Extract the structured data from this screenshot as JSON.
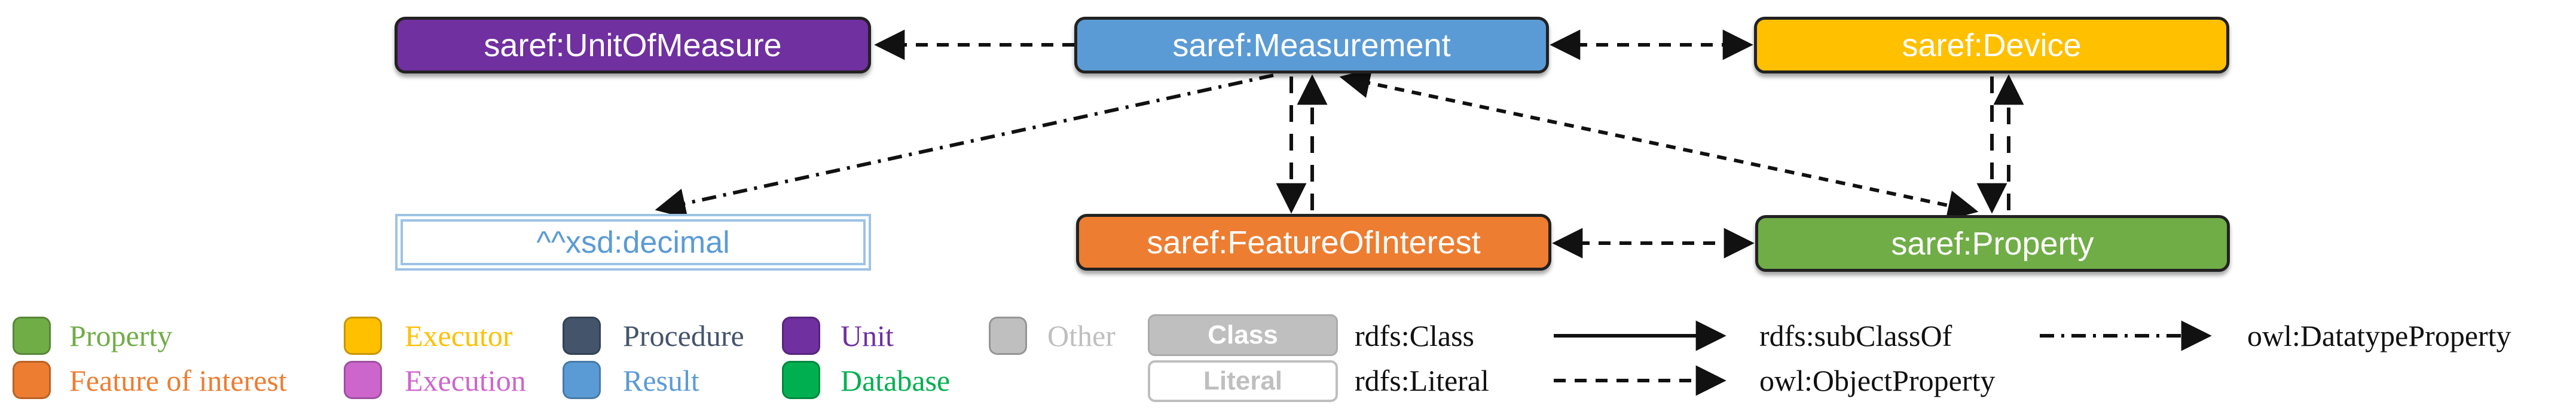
{
  "diagram": {
    "nodes": {
      "unit_of_measure": {
        "label": "saref:UnitOfMeasure",
        "color": "#7030A0",
        "kind": "rdfs:Class"
      },
      "measurement": {
        "label": "saref:Measurement",
        "color": "#5B9BD5",
        "kind": "rdfs:Class"
      },
      "device": {
        "label": "saref:Device",
        "color": "#FFC000",
        "kind": "rdfs:Class"
      },
      "xsd_decimal": {
        "label": "^^xsd:decimal",
        "border_color": "#9DC3E6",
        "text_color": "#5B9BD5",
        "kind": "rdfs:Literal"
      },
      "feature_of_interest": {
        "label": "saref:FeatureOfInterest",
        "color": "#ED7D31",
        "kind": "rdfs:Class"
      },
      "property": {
        "label": "saref:Property",
        "color": "#70AD47",
        "kind": "rdfs:Class"
      }
    },
    "edges": [
      {
        "from": "saref:Measurement",
        "to": "saref:UnitOfMeasure",
        "type": "owl:ObjectProperty",
        "arrows": "to"
      },
      {
        "from": "saref:Measurement",
        "to": "saref:Device",
        "type": "owl:ObjectProperty",
        "arrows": "both"
      },
      {
        "from": "saref:Measurement",
        "to": "^^xsd:decimal",
        "type": "owl:DatatypeProperty",
        "arrows": "to"
      },
      {
        "from": "saref:Measurement",
        "to": "saref:FeatureOfInterest",
        "type": "owl:ObjectProperty",
        "arrows": "both"
      },
      {
        "from": "saref:Measurement",
        "to": "saref:Property",
        "type": "owl:ObjectProperty",
        "arrows": "both"
      },
      {
        "from": "saref:FeatureOfInterest",
        "to": "saref:Property",
        "type": "owl:ObjectProperty",
        "arrows": "both"
      },
      {
        "from": "saref:Device",
        "to": "saref:Property",
        "type": "owl:ObjectProperty",
        "arrows": "both"
      }
    ]
  },
  "legend": {
    "color_items": [
      {
        "label": "Property",
        "color": "#70AD47"
      },
      {
        "label": "Feature of interest",
        "color": "#ED7D31"
      },
      {
        "label": "Executor",
        "color": "#FFC000"
      },
      {
        "label": "Execution",
        "color": "#CC66CC"
      },
      {
        "label": "Procedure",
        "color": "#44546A"
      },
      {
        "label": "Result",
        "color": "#5B9BD5"
      },
      {
        "label": "Unit",
        "color": "#7030A0"
      },
      {
        "label": "Database",
        "color": "#00B050"
      },
      {
        "label": "Other",
        "color": "#BFBFBF"
      }
    ],
    "shape_items": [
      {
        "box_label": "Class",
        "label": "rdfs:Class"
      },
      {
        "box_label": "Literal",
        "label": "rdfs:Literal"
      }
    ],
    "line_items": [
      {
        "label": "rdfs:subClassOf",
        "style": "solid"
      },
      {
        "label": "owl:ObjectProperty",
        "style": "dashed"
      },
      {
        "label": "owl:DatatypeProperty",
        "style": "dash-dot"
      }
    ]
  }
}
